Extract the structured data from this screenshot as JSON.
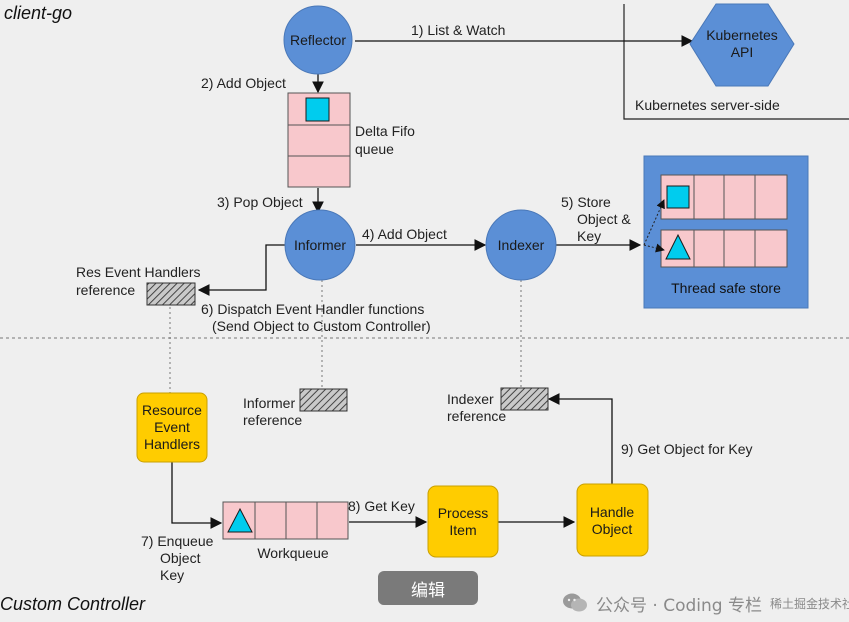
{
  "sections": {
    "client_go": "client-go",
    "custom_controller": "Custom Controller",
    "k8s_server_side": "Kubernetes server-side"
  },
  "nodes": {
    "reflector": "Reflector",
    "k8s_api_line1": "Kubernetes",
    "k8s_api_line2": "API",
    "informer": "Informer",
    "indexer": "Indexer",
    "delta_fifo_line1": "Delta Fifo",
    "delta_fifo_line2": "queue",
    "thread_safe_store": "Thread safe store",
    "resource_event_handlers": [
      "Resource",
      "Event",
      "Handlers"
    ],
    "process_item": [
      "Process",
      "Item"
    ],
    "handle_object": [
      "Handle",
      "Object"
    ],
    "workqueue": "Workqueue"
  },
  "references": {
    "res_event_handlers": [
      "Res Event Handlers",
      "reference"
    ],
    "informer": [
      "Informer",
      "reference"
    ],
    "indexer": [
      "Indexer",
      "reference"
    ]
  },
  "steps": {
    "s1": "1) List & Watch",
    "s2": "2) Add Object",
    "s3": "3) Pop Object",
    "s4": "4) Add Object",
    "s5": [
      "5) Store",
      "Object &",
      "Key"
    ],
    "s6": [
      "6) Dispatch Event Handler functions",
      "(Send Object to Custom Controller)"
    ],
    "s7": [
      "7) Enqueue",
      "Object",
      "Key"
    ],
    "s8": "8) Get Key",
    "s9": "9) Get Object for Key"
  },
  "colors": {
    "node_blue": "#5b8fd6",
    "store_bg": "#5b8fd6",
    "cell_pink": "#f8c8cc",
    "cyan": "#00ccee",
    "yellow": "#ffcc00",
    "background": "#efefef"
  },
  "overlay": {
    "edit_button": "编辑",
    "watermark_text": "公众号 · Coding 专栏",
    "watermark_sub": "稀土掘金技术社区"
  }
}
